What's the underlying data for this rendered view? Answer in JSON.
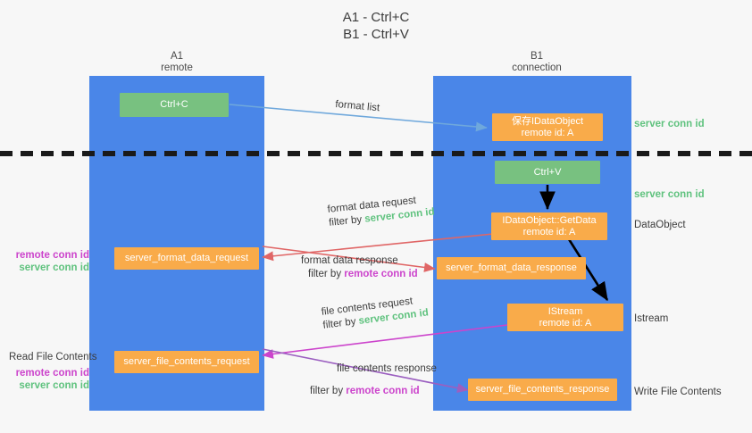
{
  "title": "A1 - Ctrl+C\nB1 - Ctrl+V",
  "columns": {
    "left": {
      "name": "A1",
      "sub": "remote",
      "header": "A1\nremote"
    },
    "right": {
      "name": "B1",
      "sub": "connection",
      "header": "B1\nconnection"
    }
  },
  "boxes": {
    "ctrl_c": "Ctrl+C",
    "ctrl_v": "Ctrl+V",
    "save_idataobject": "保存IDataObject\nremote id: A",
    "idataobject_getdata": "IDataObject::GetData\nremote id: A",
    "istream": "IStream\nremote id: A",
    "server_format_data_request": "server_format_data_request",
    "server_format_data_response": "server_format_data_response",
    "server_file_contents_request": "server_file_contents_request",
    "server_file_contents_response": "server_file_contents_response"
  },
  "arrow_labels": {
    "format_list": "format list",
    "format_data_request": {
      "line1": "format data request",
      "line2_prefix": "filter by ",
      "line2_highlight": "server conn id"
    },
    "format_data_response": {
      "line1": "format data response",
      "line2_prefix": "filter by ",
      "line2_highlight": "remote conn id"
    },
    "file_contents_request": {
      "line1": "file contents request",
      "line2_prefix": "filter by ",
      "line2_highlight": "server conn id"
    },
    "file_contents_response": {
      "line1": "file contents response",
      "line2_prefix": "filter by ",
      "line2_highlight": "remote conn id"
    }
  },
  "right_labels": {
    "server_conn_id_top": "server conn id",
    "server_conn_id_mid": "server conn id",
    "dataobject": "DataObject",
    "istream": "Istream",
    "write_file_contents": "Write File Contents"
  },
  "left_labels": {
    "conn_ids_mid": {
      "remote": "remote conn id",
      "server": "server conn id"
    },
    "read_file_contents": "Read File Contents",
    "conn_ids_bottom": {
      "remote": "remote conn id",
      "server": "server conn id"
    }
  },
  "colors": {
    "lane": "#4a86e8",
    "orange": "#f9ab4a",
    "green_box": "#78c180",
    "green_text": "#5fc27e",
    "purple_text": "#cc44cc",
    "background": "#f7f7f7",
    "divider": "#1a1a1a",
    "arrow_blue": "#6fa8dc",
    "arrow_red": "#e06666",
    "arrow_magenta": "#cc44cc",
    "arrow_purple": "#9b5fc0",
    "arrow_black": "#000000"
  }
}
